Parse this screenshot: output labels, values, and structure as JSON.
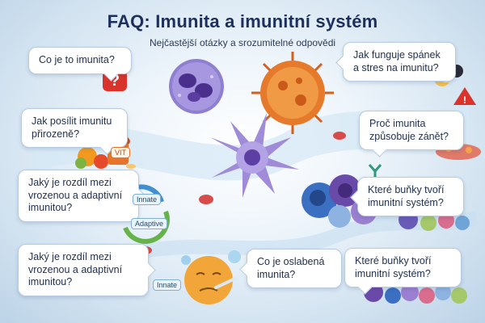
{
  "header": {
    "title": "FAQ: Imunita a imunitní systém",
    "subtitle": "Nejčastější otázky a srozumitelné odpovědi"
  },
  "bubbles": [
    {
      "text": "Co je to imunita?"
    },
    {
      "text": "Jak funguje spánek\na stres na imunitu?"
    },
    {
      "text": "Jak posílit imunitu\npřirozeně?"
    },
    {
      "text": "Proč imunita\nzpůsobuje zánět?"
    },
    {
      "text": "Jaký je rozdíl mezi\nvrozenou a adaptivní\nimunitou?"
    },
    {
      "text": "Které buňky tvoří\nimunitní systém?"
    },
    {
      "text": "Jaký je rozdíl mezi\nvrozenou a adaptivní\nimunitou?"
    },
    {
      "text": "Co je oslabená\nimunita?"
    },
    {
      "text": "Které buňky tvoří\nimunitní systém?"
    }
  ],
  "labels": {
    "vit": "VIT",
    "innate": "Innate",
    "adaptive": "Adaptive",
    "innate_small": "Innate"
  },
  "colors": {
    "title": "#1d2f5c",
    "accent_red": "#d9342b",
    "cell_purple": "#6a4aa8",
    "cell_orange": "#e0702a",
    "cell_blue": "#3a6fc2"
  }
}
